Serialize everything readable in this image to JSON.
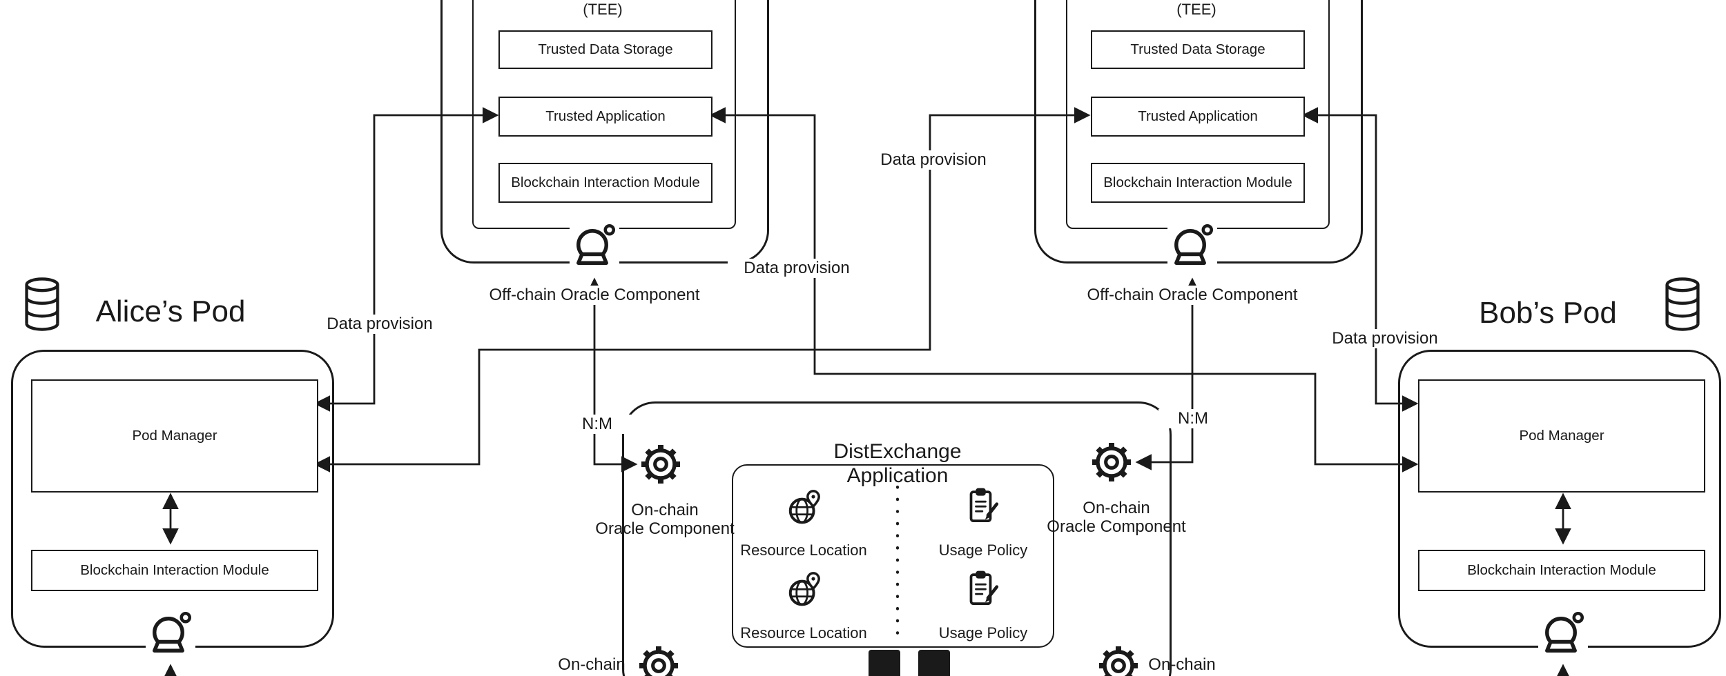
{
  "colors": {
    "ink": "#1a1a1a",
    "background": "#ffffff"
  },
  "tee": {
    "label": "(TEE)",
    "trusted_data_storage": "Trusted Data Storage",
    "trusted_application": "Trusted Application",
    "blockchain_interaction_module": "Blockchain Interaction Module",
    "offchain_oracle_label": "Off-chain Oracle Component"
  },
  "pods": {
    "alice_title": "Alice’s Pod",
    "bob_title": "Bob’s Pod",
    "pod_manager": "Pod Manager",
    "blockchain_interaction_module": "Blockchain Interaction Module"
  },
  "distexchange": {
    "title_line1": "DistExchange",
    "title_line2": "Application",
    "resource_location": "Resource Location",
    "usage_policy": "Usage Policy"
  },
  "onchain_oracle": {
    "line1": "On-chain",
    "line2": "Oracle Component"
  },
  "edge_labels": {
    "data_provision": "Data provision",
    "cardinality": "N:M"
  },
  "icons": {
    "oracle": "crystal-ball-icon",
    "onchain_component": "gear-icon",
    "resource_location": "globe-pin-icon",
    "usage_policy": "clipboard-pencil-icon",
    "pod_storage": "database-icon"
  }
}
